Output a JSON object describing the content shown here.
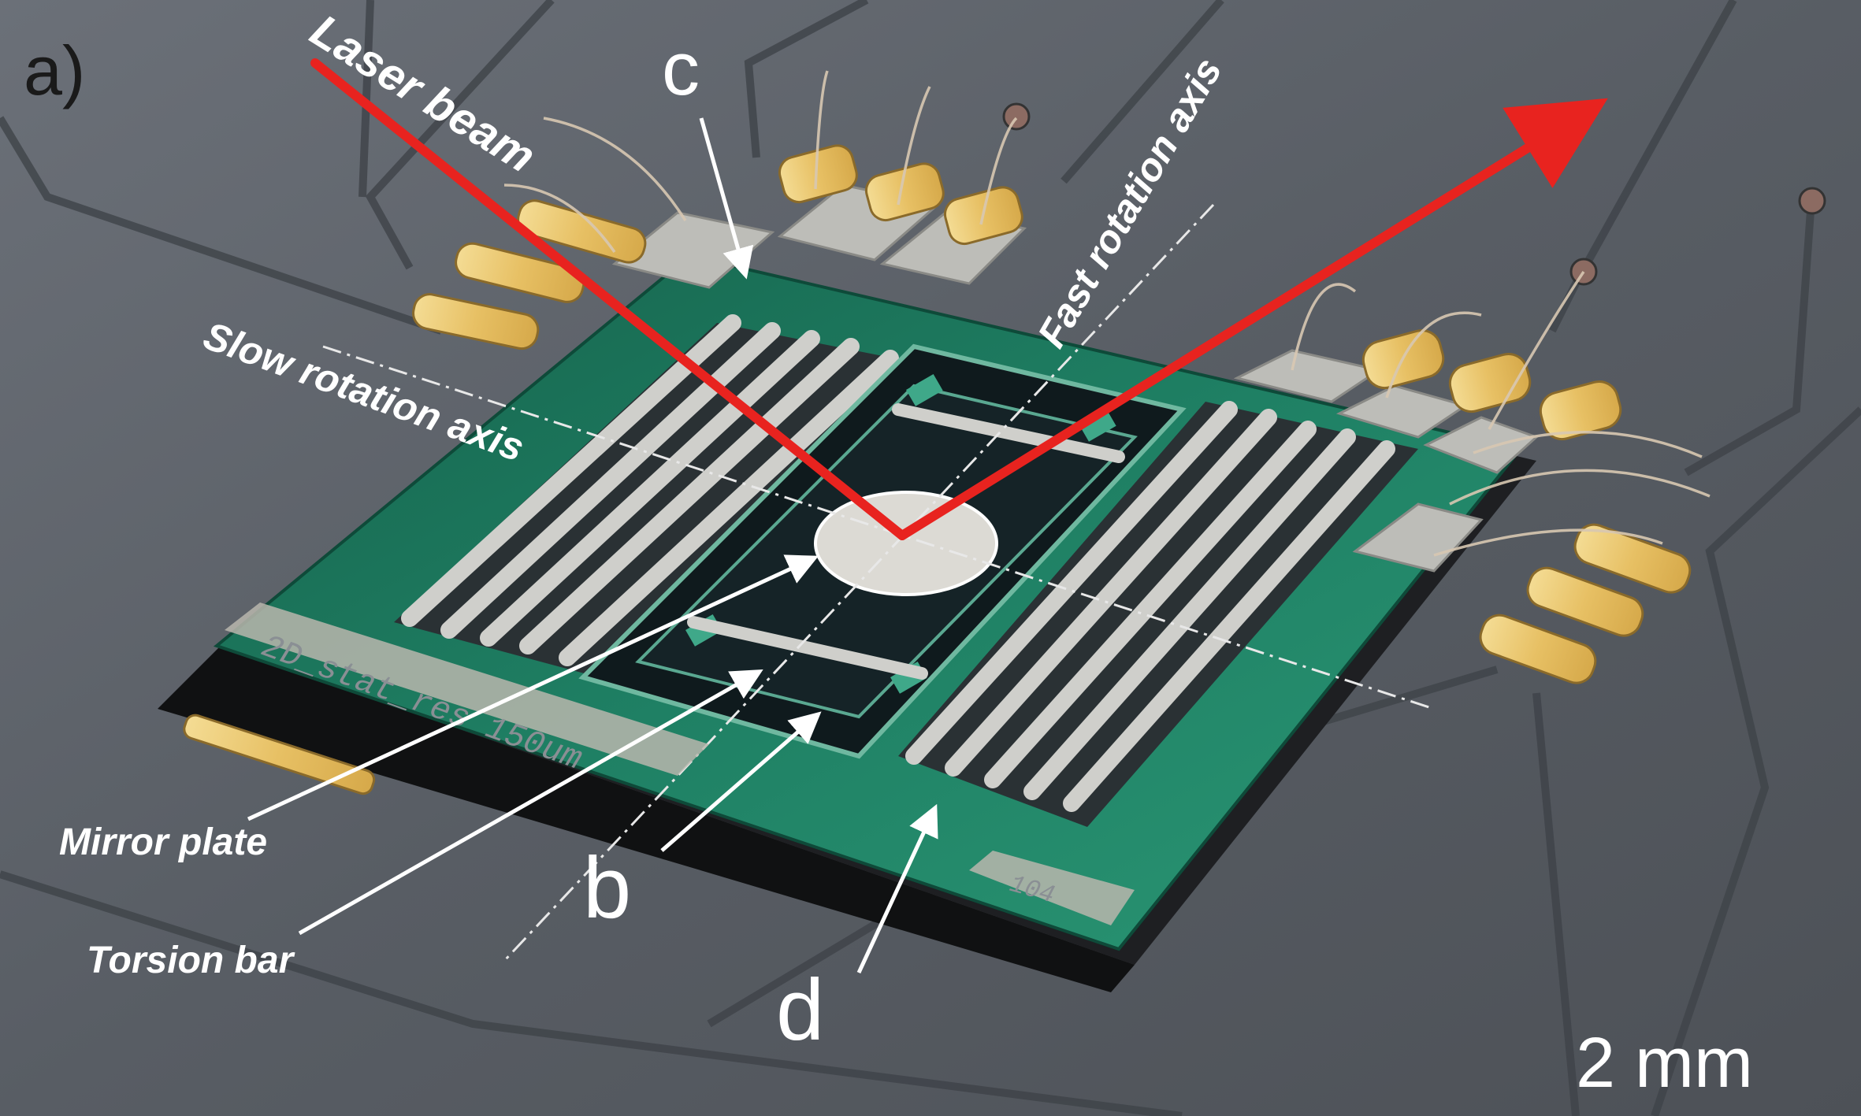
{
  "figure": {
    "panel_label": "a)",
    "labels": {
      "laser_beam": "Laser beam",
      "fast_axis": "Fast rotation axis",
      "slow_axis": "Slow rotation axis",
      "mirror_plate": "Mirror plate",
      "torsion_bar": "Torsion bar",
      "b": "b",
      "c": "c",
      "d": "d"
    },
    "scale_bar": "2 mm",
    "chip_markings": {
      "die_text": "2D_stat_res 150um",
      "die_id": "104"
    },
    "colors": {
      "board": "#5a5f66",
      "chip_green": "#1e7a5e",
      "laser": "#e8231f",
      "metal": "#c8c8c4",
      "gold_pad": "#e9c46a"
    }
  }
}
